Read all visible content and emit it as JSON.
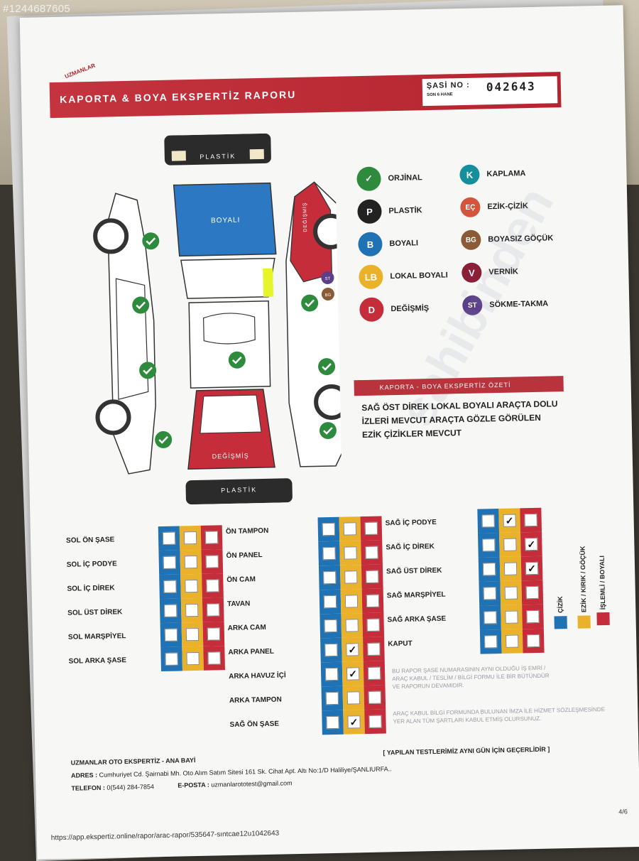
{
  "photo_id": "#1244687605",
  "logo": {
    "text": "UZMANLAR"
  },
  "header": {
    "title": "KAPORTA & BOYA EKSPERTİZ RAPORU",
    "chassis_label": "ŞASİ NO :",
    "chassis_sub": "SON 6 HANE",
    "chassis_value": "042643"
  },
  "diagram": {
    "front_label": "PLASTİK",
    "rear_label": "PLASTİK",
    "hood_label": "BOYALI",
    "trunk_label": "DEĞİŞMİŞ",
    "right_door_label": "DEĞİŞMİŞ",
    "badge_st": "ST",
    "badge_bg": "BG"
  },
  "legend": [
    {
      "code": "✓",
      "label": "ORJİNAL",
      "color": "#2e8b3d"
    },
    {
      "code": "K",
      "label": "KAPLAMA",
      "color": "#158f9b"
    },
    {
      "code": "P",
      "label": "PLASTİK",
      "color": "#222222"
    },
    {
      "code": "EÇ",
      "label": "EZİK-ÇİZİK",
      "color": "#d2553c"
    },
    {
      "code": "B",
      "label": "BOYALI",
      "color": "#1f73b5"
    },
    {
      "code": "BG",
      "label": "BOYASIZ GÖÇÜK",
      "color": "#8b5a36"
    },
    {
      "code": "LB",
      "label": "LOKAL BOYALI",
      "color": "#eab22a"
    },
    {
      "code": "V",
      "label": "VERNİK",
      "color": "#8a2038"
    },
    {
      "code": "D",
      "label": "DEĞİŞMİŞ",
      "color": "#c52d3a"
    },
    {
      "code": "ST",
      "label": "SÖKME-TAKMA",
      "color": "#5c3f8a"
    }
  ],
  "summary": {
    "title": "KAPORTA - BOYA EKSPERTİZ ÖZETİ",
    "lines": [
      "SAĞ ÖST DİREK LOKAL BOYALI ARAÇTA DOLU",
      "İZLERİ MEVCUT ARAÇTA GÖZLE GÖRÜLEN",
      "EZİK ÇİZİKLER MEVCUT"
    ]
  },
  "parts": {
    "col1": [
      {
        "name": "SOL ÖN ŞASE",
        "checks": [
          "",
          "",
          ""
        ]
      },
      {
        "name": "SOL İÇ PODYE",
        "checks": [
          "",
          "",
          ""
        ]
      },
      {
        "name": "SOL İÇ DİREK",
        "checks": [
          "",
          "",
          ""
        ]
      },
      {
        "name": "SOL ÜST DİREK",
        "checks": [
          "",
          "",
          ""
        ]
      },
      {
        "name": "SOL MARŞPİYEL",
        "checks": [
          "",
          "",
          ""
        ]
      },
      {
        "name": "SOL ARKA ŞASE",
        "checks": [
          "",
          "",
          ""
        ]
      }
    ],
    "col2": [
      {
        "name": "ÖN TAMPON",
        "checks": [
          "",
          "",
          ""
        ]
      },
      {
        "name": "ÖN PANEL",
        "checks": [
          "",
          "",
          ""
        ]
      },
      {
        "name": "ÖN CAM",
        "checks": [
          "",
          "",
          ""
        ]
      },
      {
        "name": "TAVAN",
        "checks": [
          "",
          "",
          ""
        ]
      },
      {
        "name": "ARKA CAM",
        "checks": [
          "",
          "",
          ""
        ]
      },
      {
        "name": "ARKA PANEL",
        "checks": [
          "",
          "✓",
          ""
        ]
      },
      {
        "name": "ARKA HAVUZ İÇİ",
        "checks": [
          "",
          "✓",
          ""
        ]
      },
      {
        "name": "ARKA TAMPON",
        "checks": [
          "",
          "",
          ""
        ]
      },
      {
        "name": "SAĞ ÖN ŞASE",
        "checks": [
          "",
          "✓",
          ""
        ]
      }
    ],
    "col3": [
      {
        "name": "SAĞ İÇ PODYE",
        "checks": [
          "",
          "✓",
          ""
        ]
      },
      {
        "name": "SAĞ İÇ DİREK",
        "checks": [
          "",
          "",
          "✓"
        ]
      },
      {
        "name": "SAĞ ÜST DİREK",
        "checks": [
          "",
          "",
          "✓"
        ]
      },
      {
        "name": "SAĞ MARŞPİYEL",
        "checks": [
          "",
          "",
          ""
        ]
      },
      {
        "name": "SAĞ ARKA ŞASE",
        "checks": [
          "",
          "",
          ""
        ]
      },
      {
        "name": "KAPUT",
        "checks": [
          "",
          "",
          ""
        ]
      }
    ]
  },
  "column_legend": [
    {
      "label": "ÇİZİK",
      "color": "#1f73b5"
    },
    {
      "label": "EZİK / KIRIK / GÖÇÜK",
      "color": "#eab22a"
    },
    {
      "label": "İŞLEMLİ / BOYALI",
      "color": "#c52d3a"
    }
  ],
  "notes": {
    "note1": "BU RAPOR ŞASE NUMARASININ AYNI OLDUĞU İŞ EMRİ / ARAÇ KABUL / TESLİM / BİLGİ FORMU İLE BİR BÜTÜNDÜR VE RAPORUN DEVAMIDIR.",
    "note2": "ARAÇ KABUL BİLGİ FORMUNDA BULUNAN İMZA İLE HİZMET SÖZLEŞMESİNDE YER ALAN TÜM ŞARTLARI KABUL ETMİŞ OLURSUNUZ."
  },
  "footer": {
    "company": "UZMANLAR OTO EKSPERTİZ - ANA BAYİ",
    "tests": "[ YAPILAN TESTLERİMİZ AYNI GÜN İÇİN GEÇERLİDİR ]",
    "address_label": "ADRES :",
    "address": "Cumhuriyet Cd. Şairnabi Mh. Oto Alım Satım Sitesi 161 Sk. Cihat Apt. Altı No:1/D Haliliye/ŞANLIURFA..",
    "phone_label": "TELEFON :",
    "phone": "0(544) 284-7854",
    "email_label": "E-POSTA :",
    "email": "uzmanlarototest@gmail.com"
  },
  "url": "https://app.ekspertiz.online/rapor/arac-rapor/535647-sıntcae12u1042643",
  "page": "4/6",
  "watermark": "sahibinden"
}
